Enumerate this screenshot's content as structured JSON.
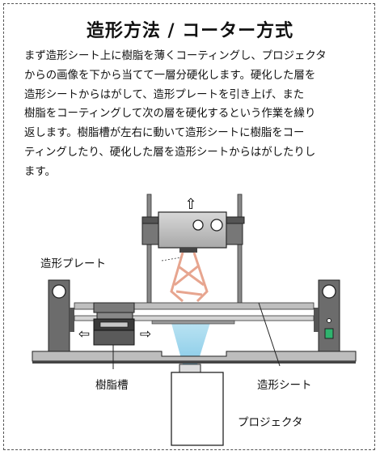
{
  "title": "造形方法 / コーター方式",
  "description_lines": [
    "まず造形シート上に樹脂を薄くコーティングし、プロジェクタ",
    "からの画像を下から当てて一層分硬化します。硬化した層を",
    "造形シートからはがして、造形プレートを引き上げ、また",
    "樹脂をコーティングして次の層を硬化するという作業を繰り",
    "返します。樹脂槽が左右に動いて造形シートに樹脂をコー",
    "ティングしたり、硬化した層を造形シートからはがしたりし",
    "ます。"
  ],
  "labels": {
    "build_plate": "造形プレート",
    "resin_tank": "樹脂槽",
    "build_sheet": "造形シート",
    "projector": "プロジェクタ"
  },
  "arrows": {
    "up": "⇧",
    "left": "⇦",
    "right": "⇨"
  }
}
